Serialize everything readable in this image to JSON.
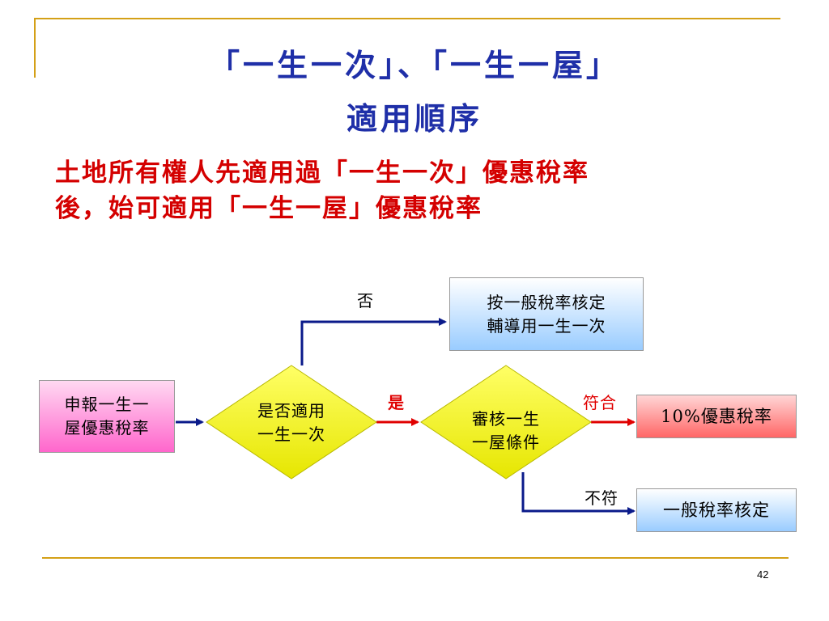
{
  "slide": {
    "title_line1": "「一生一次」、「一生一屋」",
    "title_line2": "適用順序",
    "subtitle_line1": "土地所有權人先適用過「一生一次」優惠稅率",
    "subtitle_line2": "後，始可適用「一生一屋」優惠稅率",
    "page_number": "42"
  },
  "flow": {
    "start_line1": "申報一生一",
    "start_line2": "屋優惠稅率",
    "decision1_line1": "是否適用",
    "decision1_line2": "一生一次",
    "no_box_line1": "按一般稅率核定",
    "no_box_line2": "輔導用一生一次",
    "decision2_line1": "審核一生",
    "decision2_line2": "一屋條件",
    "pass_result": "10%優惠稅率",
    "fail_result": "一般稅率核定",
    "label_no": "否",
    "label_yes": "是",
    "label_pass": "符合",
    "label_fail": "不符"
  },
  "colors": {
    "title": "#1f2fa8",
    "subtitle": "#d40000",
    "rule": "#d4a017",
    "connector": "#0a1a8a",
    "yes_arrow": "#e00000",
    "diamond": "#ffff00",
    "start_box": "#ff66cc",
    "result_box": "#ff6666",
    "info_box": "#99ccff"
  }
}
